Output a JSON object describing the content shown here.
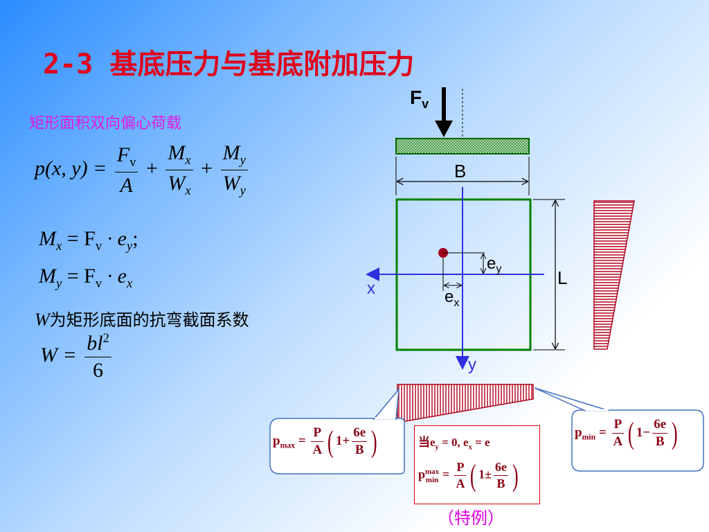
{
  "slide": {
    "title": "2-3   基底压力与基底附加压力",
    "subtitle": "矩形面积双向偏心荷载",
    "eq1_lhs": "p(x, y) =",
    "eq1_F": "F",
    "eq1_v": "v",
    "eq1_A": "A",
    "eq1_M": "M",
    "eq1_W": "W",
    "eq1_x": "x",
    "eq1_y": "y",
    "plus": "+",
    "eq2_M": "M",
    "eq2_x": "x",
    "eq2_rhs": "= F",
    "eq2_v": "v",
    "eq2_e": "· e",
    "eq2_y": "y",
    "eq2_end": ";",
    "eq3_M": "M",
    "eq3_y": "y",
    "eq3_rhs": "= F",
    "eq3_v": "v",
    "eq3_e": "· e",
    "eq3_x": "x",
    "desc_W": "W",
    "desc_text": "为矩形底面的抗弯截面系数",
    "eq4_lhs": "W =",
    "eq4_num": "bl",
    "eq4_sup": "2",
    "eq4_den": "6"
  },
  "diagram": {
    "load_label": "F",
    "load_sub": "v",
    "width_label": "B",
    "length_label": "L",
    "x_axis_label": "x",
    "y_axis_label": "y",
    "ey_label": "e",
    "ey_sub": "y",
    "ex_label": "e",
    "ex_sub": "x"
  },
  "formulas": {
    "pmax_p": "p",
    "pmax_sub": "max",
    "pmin_p": "p",
    "pmin_sub": "min",
    "eq": "=",
    "P": "P",
    "A": "A",
    "one_plus": "1+",
    "one_minus": "1−",
    "one_pm": "1±",
    "six_e": "6e",
    "B": "B",
    "when": "当e",
    "when_y": "y",
    "when_mid": " = 0, e",
    "when_x": "x",
    "when_end": " = e",
    "pmaxmin_p": "p",
    "pmaxmin_max": "max",
    "pmaxmin_min": "min",
    "special_case": "（特例）"
  },
  "colors": {
    "title": "#e0001a",
    "subtitle": "#e01be0",
    "footing_outline": "#008000",
    "axis": "#3030e0",
    "pressure_fill": "#b0001a",
    "callout_border": "#4070c0",
    "formula_text": "#8b0015",
    "special_border": "#e00000"
  }
}
